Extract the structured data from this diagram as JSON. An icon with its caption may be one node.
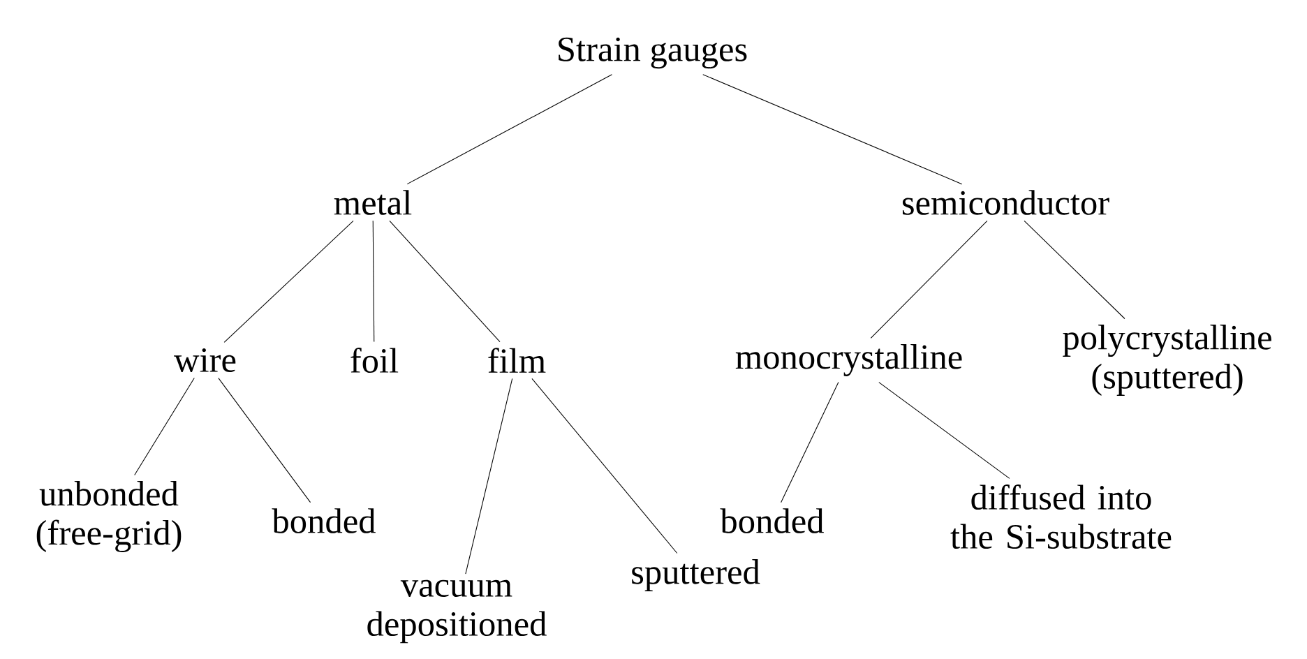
{
  "diagram": {
    "nodes": [
      {
        "text": [
          "Strain gauges"
        ]
      },
      {
        "text": [
          "metal"
        ]
      },
      {
        "text": [
          "semiconductor"
        ]
      },
      {
        "text": [
          "wire"
        ]
      },
      {
        "text": [
          "foil"
        ]
      },
      {
        "text": [
          "film"
        ]
      },
      {
        "text": [
          "monocrystalline"
        ]
      },
      {
        "text": [
          "polycrystalline (sputtered)"
        ]
      },
      {
        "text": [
          "unbonded (free-grid)"
        ]
      },
      {
        "text": [
          "bonded"
        ]
      },
      {
        "text": [
          "vacuum depositioned"
        ]
      },
      {
        "text": [
          "sputtered"
        ]
      },
      {
        "text": [
          "bonded"
        ]
      },
      {
        "text": [
          "diffused into the Si-substrate"
        ]
      }
    ],
    "edges": [
      {
        "from": 0,
        "to": 1,
        "arrow": "none"
      },
      {
        "from": 0,
        "to": 2,
        "arrow": "none"
      },
      {
        "from": 1,
        "to": 3,
        "arrow": "none"
      },
      {
        "from": 1,
        "to": 4,
        "arrow": "none"
      },
      {
        "from": 1,
        "to": 5,
        "arrow": "none"
      },
      {
        "from": 2,
        "to": 6,
        "arrow": "none"
      },
      {
        "from": 2,
        "to": 7,
        "arrow": "none"
      },
      {
        "from": 3,
        "to": 8,
        "arrow": "none"
      },
      {
        "from": 3,
        "to": 9,
        "arrow": "none"
      },
      {
        "from": 5,
        "to": 10,
        "arrow": "none"
      },
      {
        "from": 5,
        "to": 11,
        "arrow": "none"
      },
      {
        "from": 6,
        "to": 12,
        "arrow": "none"
      },
      {
        "from": 6,
        "to": 13,
        "arrow": "none"
      }
    ]
  }
}
